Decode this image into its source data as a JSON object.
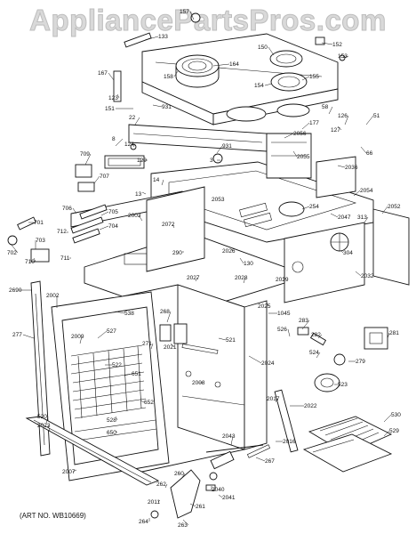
{
  "watermark": "AppliancePartsPros.com",
  "art_number": "(ART NO. WB10669)",
  "callouts": [
    {
      "id": "c157",
      "label": "157"
    },
    {
      "id": "c133",
      "label": "133"
    },
    {
      "id": "c158",
      "label": "158"
    },
    {
      "id": "c164",
      "label": "164"
    },
    {
      "id": "c150",
      "label": "150"
    },
    {
      "id": "c152",
      "label": "152"
    },
    {
      "id": "c153",
      "label": "153"
    },
    {
      "id": "c155",
      "label": "155"
    },
    {
      "id": "c154",
      "label": "154"
    },
    {
      "id": "c167",
      "label": "167"
    },
    {
      "id": "c123",
      "label": "123"
    },
    {
      "id": "c151",
      "label": "151"
    },
    {
      "id": "c931",
      "label": "931"
    },
    {
      "id": "c22",
      "label": "22"
    },
    {
      "id": "c58",
      "label": "58"
    },
    {
      "id": "c177",
      "label": "177"
    },
    {
      "id": "c126",
      "label": "126"
    },
    {
      "id": "c127",
      "label": "127"
    },
    {
      "id": "c51",
      "label": "51"
    },
    {
      "id": "c66",
      "label": "66"
    },
    {
      "id": "c2056",
      "label": "2056"
    },
    {
      "id": "c8",
      "label": "8"
    },
    {
      "id": "c124",
      "label": "124"
    },
    {
      "id": "c129",
      "label": "129"
    },
    {
      "id": "c931b",
      "label": "931"
    },
    {
      "id": "c3",
      "label": "3"
    },
    {
      "id": "c2055",
      "label": "2055"
    },
    {
      "id": "c2036",
      "label": "2036"
    },
    {
      "id": "c709",
      "label": "709"
    },
    {
      "id": "c707",
      "label": "707"
    },
    {
      "id": "c13",
      "label": "13"
    },
    {
      "id": "c14",
      "label": "14"
    },
    {
      "id": "c2053",
      "label": "2053"
    },
    {
      "id": "c2054",
      "label": "2054"
    },
    {
      "id": "c2047",
      "label": "2047"
    },
    {
      "id": "c313",
      "label": "313"
    },
    {
      "id": "c2052",
      "label": "2052"
    },
    {
      "id": "c254",
      "label": "254"
    },
    {
      "id": "c706",
      "label": "706"
    },
    {
      "id": "c705",
      "label": "705"
    },
    {
      "id": "c704",
      "label": "704"
    },
    {
      "id": "c2003",
      "label": "2003"
    },
    {
      "id": "c2072",
      "label": "2072"
    },
    {
      "id": "c701",
      "label": "701"
    },
    {
      "id": "c712",
      "label": "712"
    },
    {
      "id": "c703",
      "label": "703"
    },
    {
      "id": "c702",
      "label": "702"
    },
    {
      "id": "c710",
      "label": "710"
    },
    {
      "id": "c711",
      "label": "711"
    },
    {
      "id": "c290",
      "label": "290"
    },
    {
      "id": "c2026",
      "label": "2026"
    },
    {
      "id": "c130",
      "label": "130"
    },
    {
      "id": "c304",
      "label": "304"
    },
    {
      "id": "c2032",
      "label": "2032"
    },
    {
      "id": "c2690",
      "label": "2690"
    },
    {
      "id": "c2002",
      "label": "2002"
    },
    {
      "id": "c2027",
      "label": "2027"
    },
    {
      "id": "c2028",
      "label": "2028"
    },
    {
      "id": "c2029",
      "label": "2029"
    },
    {
      "id": "c538",
      "label": "538"
    },
    {
      "id": "c268",
      "label": "268"
    },
    {
      "id": "c2025",
      "label": "2025"
    },
    {
      "id": "c1045",
      "label": "1045"
    },
    {
      "id": "c283",
      "label": "283"
    },
    {
      "id": "c526",
      "label": "526"
    },
    {
      "id": "c282",
      "label": "282"
    },
    {
      "id": "c281",
      "label": "281"
    },
    {
      "id": "c277",
      "label": "277"
    },
    {
      "id": "c2009",
      "label": "2009"
    },
    {
      "id": "c527",
      "label": "527"
    },
    {
      "id": "c521",
      "label": "521"
    },
    {
      "id": "c2021",
      "label": "2021"
    },
    {
      "id": "c271",
      "label": "271"
    },
    {
      "id": "c524",
      "label": "524"
    },
    {
      "id": "c279",
      "label": "279"
    },
    {
      "id": "c2024",
      "label": "2024"
    },
    {
      "id": "c522",
      "label": "522"
    },
    {
      "id": "c651",
      "label": "651"
    },
    {
      "id": "c523",
      "label": "523"
    },
    {
      "id": "c2008",
      "label": "2008"
    },
    {
      "id": "c652",
      "label": "652"
    },
    {
      "id": "c2017",
      "label": "2017"
    },
    {
      "id": "c2022",
      "label": "2022"
    },
    {
      "id": "c528",
      "label": "528"
    },
    {
      "id": "c650",
      "label": "650"
    },
    {
      "id": "c530",
      "label": "530"
    },
    {
      "id": "c529",
      "label": "529"
    },
    {
      "id": "c520",
      "label": "520"
    },
    {
      "id": "c2023",
      "label": "2023"
    },
    {
      "id": "c2043",
      "label": "2043"
    },
    {
      "id": "c2016",
      "label": "2016"
    },
    {
      "id": "c267",
      "label": "267"
    },
    {
      "id": "c2007",
      "label": "2007"
    },
    {
      "id": "c260",
      "label": "260"
    },
    {
      "id": "c262",
      "label": "262"
    },
    {
      "id": "c2040",
      "label": "2040"
    },
    {
      "id": "c2041",
      "label": "2041"
    },
    {
      "id": "c2011",
      "label": "2011"
    },
    {
      "id": "c261",
      "label": "261"
    },
    {
      "id": "c264",
      "label": "264"
    },
    {
      "id": "c263",
      "label": "263"
    }
  ]
}
